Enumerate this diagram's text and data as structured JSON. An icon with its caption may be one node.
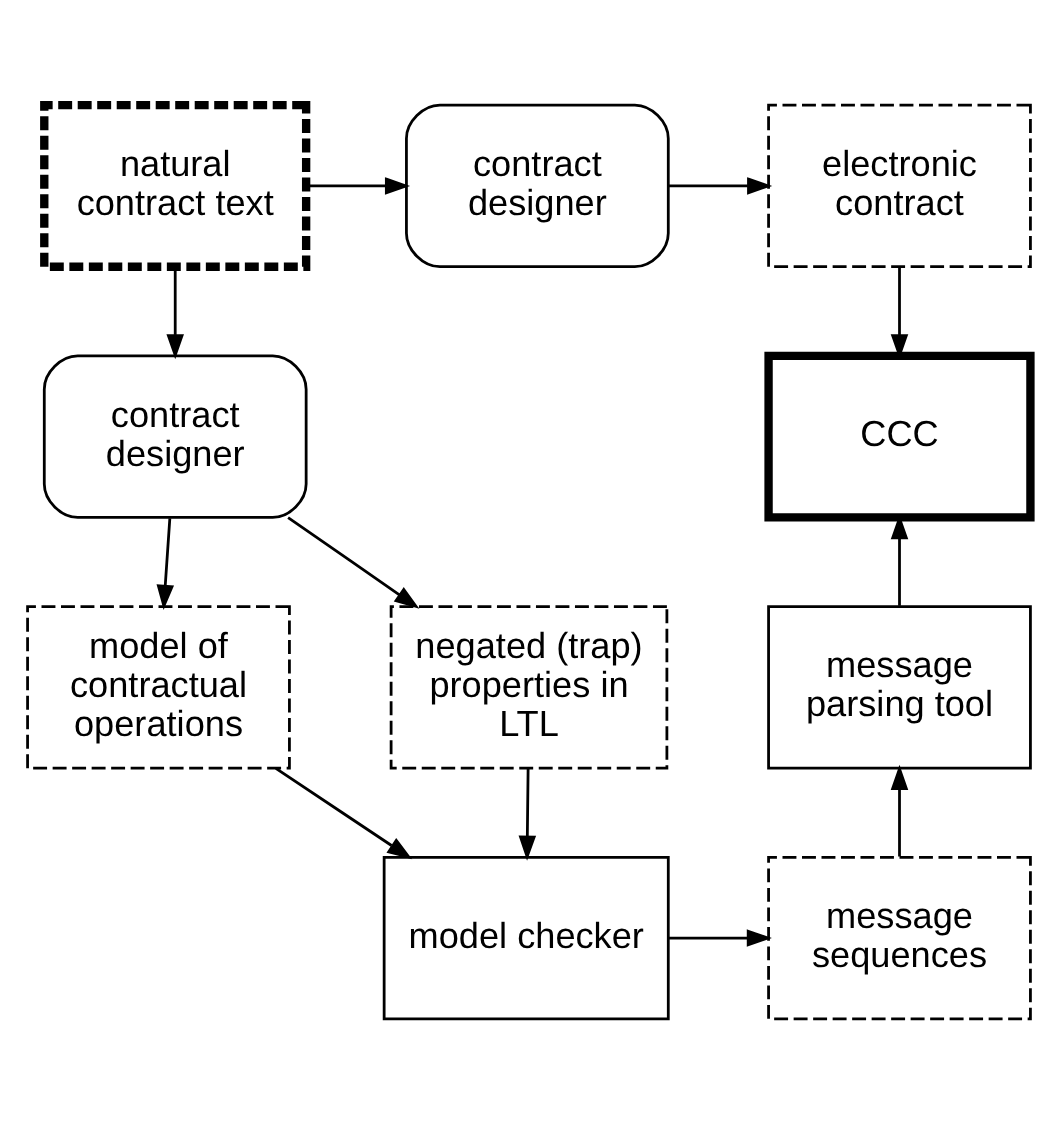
{
  "diagram": {
    "nodes": [
      {
        "text": [
          "natural contract text"
        ]
      },
      {
        "text": [
          "contract designer"
        ]
      },
      {
        "text": [
          "electronic contract"
        ]
      },
      {
        "text": [
          "CCC"
        ]
      },
      {
        "text": [
          "contract designer"
        ]
      },
      {
        "text": [
          "model of contractual operations"
        ]
      },
      {
        "text": [
          "message parsing tool"
        ]
      },
      {
        "text": [
          "negated (trap) properties in LTL"
        ]
      },
      {
        "text": [
          "model checker"
        ]
      },
      {
        "text": [
          "message sequences"
        ]
      }
    ],
    "edges": [
      {
        "from": 0,
        "to": 1,
        "arrow": "to"
      },
      {
        "from": 1,
        "to": 2,
        "arrow": "to"
      },
      {
        "from": 2,
        "to": 3,
        "arrow": "to"
      },
      {
        "from": 0,
        "to": 4,
        "arrow": "to"
      },
      {
        "from": 4,
        "to": 5,
        "arrow": "to"
      },
      {
        "from": 4,
        "to": 7,
        "arrow": "to"
      },
      {
        "from": 5,
        "to": 8,
        "arrow": "to"
      },
      {
        "from": 7,
        "to": 8,
        "arrow": "to"
      },
      {
        "from": 8,
        "to": 9,
        "arrow": "to"
      },
      {
        "from": 9,
        "to": 6,
        "arrow": "to"
      },
      {
        "from": 6,
        "to": 3,
        "arrow": "to"
      }
    ]
  }
}
